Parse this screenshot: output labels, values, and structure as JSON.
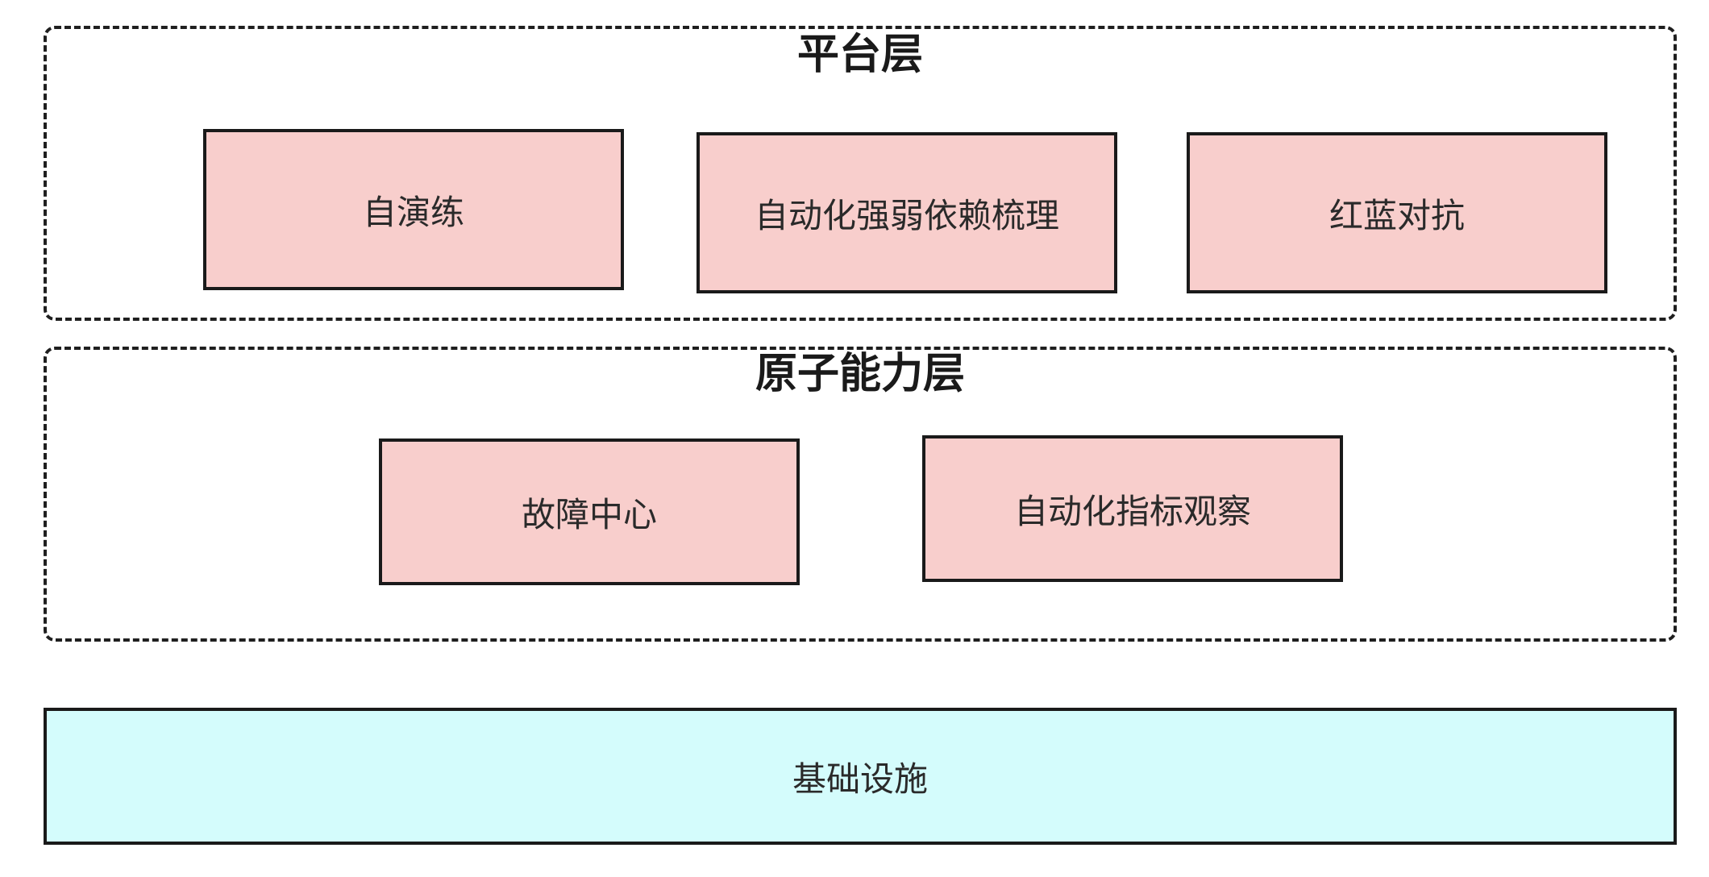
{
  "platform_layer": {
    "title": "平台层",
    "boxes": [
      "自演练",
      "自动化强弱依赖梳理",
      "红蓝对抗"
    ]
  },
  "atomic_layer": {
    "title": "原子能力层",
    "boxes": [
      "故障中心",
      "自动化指标观察"
    ]
  },
  "infrastructure": {
    "label": "基础设施"
  },
  "colors": {
    "box_fill": "#f8cecc",
    "infra_fill": "#d4fcfc",
    "border": "#1a1a1a"
  }
}
